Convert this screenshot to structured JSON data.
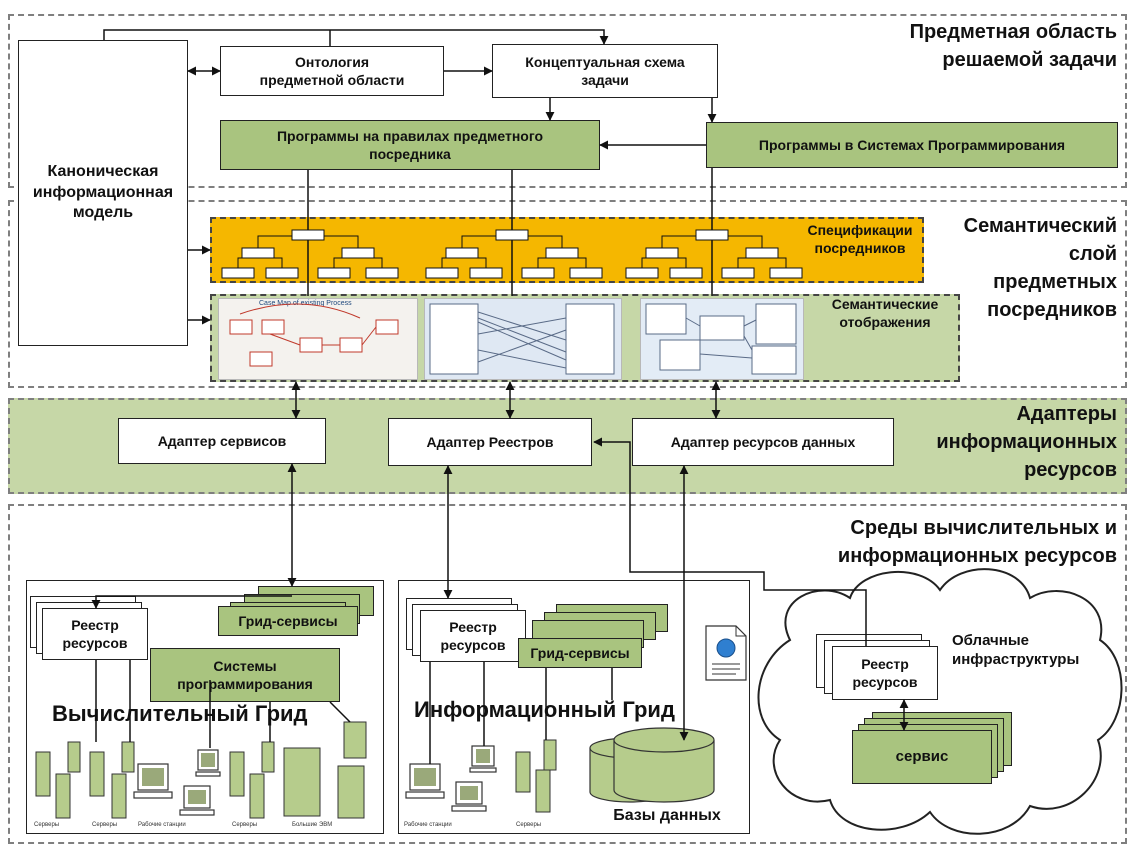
{
  "headers": {
    "domain": "Предметная область\nрешаемой задачи",
    "semantic": "Семантический\nслой\nпредметных\nпосредников",
    "adapters": "Адаптеры\nинформационных\nресурсов",
    "environments": "Среды вычислительных и\nинформационных ресурсов"
  },
  "boxes": {
    "canonical_model": "Каноническая\nинформационная\nмодель",
    "ontology": "Онтология\nпредметной области",
    "conceptual_schema": "Концептуальная схема\nзадачи",
    "mediator_programs": "Программы на правилах предметного\nпосредника",
    "system_programs": "Программы в Системах Программирования",
    "mediator_specs": "Спецификации\nпосредников",
    "semantic_mappings": "Семантические\nотображения",
    "adapter_services": "Адаптер сервисов",
    "adapter_registries": "Адаптер Реестров",
    "adapter_data": "Адаптер ресурсов данных"
  },
  "compute_grid": {
    "title": "Вычислительный Грид",
    "registry": "Реестр\nресурсов",
    "grid_services": "Грид-сервисы",
    "programming_systems": "Системы\nпрограммирования",
    "caption_servers_1": "Серверы",
    "caption_servers_2": "Серверы",
    "caption_workstations": "Рабочие станции",
    "caption_servers_3": "Серверы",
    "caption_mainframes": "Большие ЭВМ"
  },
  "info_grid": {
    "title": "Информационный Грид",
    "registry": "Реестр\nресурсов",
    "grid_services": "Грид-сервисы",
    "databases": "Базы данных",
    "caption_workstations": "Рабочие станции",
    "caption_servers": "Серверы"
  },
  "cloud": {
    "title": "Облачные\nинфраструктуры",
    "registry": "Реестр\nресурсов",
    "service": "сервис"
  },
  "colors": {
    "green_band": "#c6d7a7",
    "green_box": "#a9c47f",
    "orange": "#f5b700",
    "dash_border": "#7f7f7f"
  }
}
